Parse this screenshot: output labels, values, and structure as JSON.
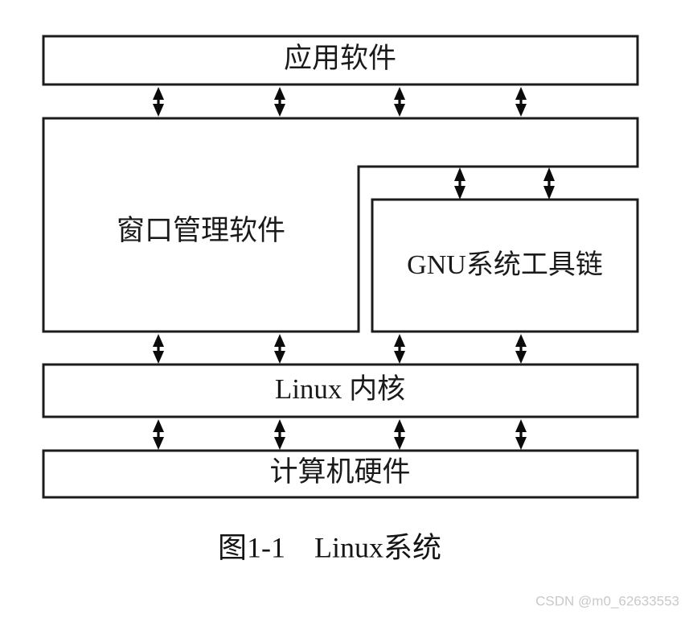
{
  "figure": {
    "caption": "图1-1　Linux系统",
    "watermark": "CSDN @m0_62633553",
    "background_color": "#ffffff",
    "line_color": "#1c1c1c",
    "text_color": "#1a1a1a"
  },
  "layers": [
    {
      "id": "application-software",
      "label": "应用软件",
      "level": 1,
      "shape": "rectangle"
    },
    {
      "id": "window-manager",
      "label": "窗口管理软件",
      "level": 2,
      "shape": "inverted-l"
    },
    {
      "id": "gnu-toolchain",
      "label": "GNU系统工具链",
      "level": 2,
      "shape": "rectangle"
    },
    {
      "id": "linux-kernel",
      "label": "Linux 内核",
      "level": 3,
      "shape": "rectangle"
    },
    {
      "id": "computer-hardware",
      "label": "计算机硬件",
      "level": 4,
      "shape": "rectangle"
    }
  ],
  "connections": [
    {
      "id": "app-to-windowmanager",
      "from": "application-software",
      "to": "window-manager",
      "style": "double-arrow",
      "count": 4
    },
    {
      "id": "windowmanager-to-gnu",
      "from": "window-manager",
      "to": "gnu-toolchain",
      "style": "double-arrow",
      "count": 2
    },
    {
      "id": "middle-to-kernel",
      "from": "window-manager-and-gnu",
      "to": "linux-kernel",
      "style": "double-arrow",
      "count": 4
    },
    {
      "id": "kernel-to-hardware",
      "from": "linux-kernel",
      "to": "computer-hardware",
      "style": "double-arrow",
      "count": 4
    }
  ],
  "chart_data": {
    "type": "diagram",
    "title": "图1-1　Linux系统",
    "diagram_kind": "layered-architecture-block-diagram",
    "layer_order_top_to_bottom": [
      "应用软件",
      "窗口管理软件 / GNU系统工具链",
      "Linux 内核",
      "计算机硬件"
    ],
    "bidirectional_links": [
      "应用软件 ↔ 窗口管理软件",
      "窗口管理软件 ↔ GNU系统工具链",
      "窗口管理软件 ↔ Linux 内核",
      "GNU系统工具链 ↔ Linux 内核",
      "Linux 内核 ↔ 计算机硬件"
    ]
  }
}
